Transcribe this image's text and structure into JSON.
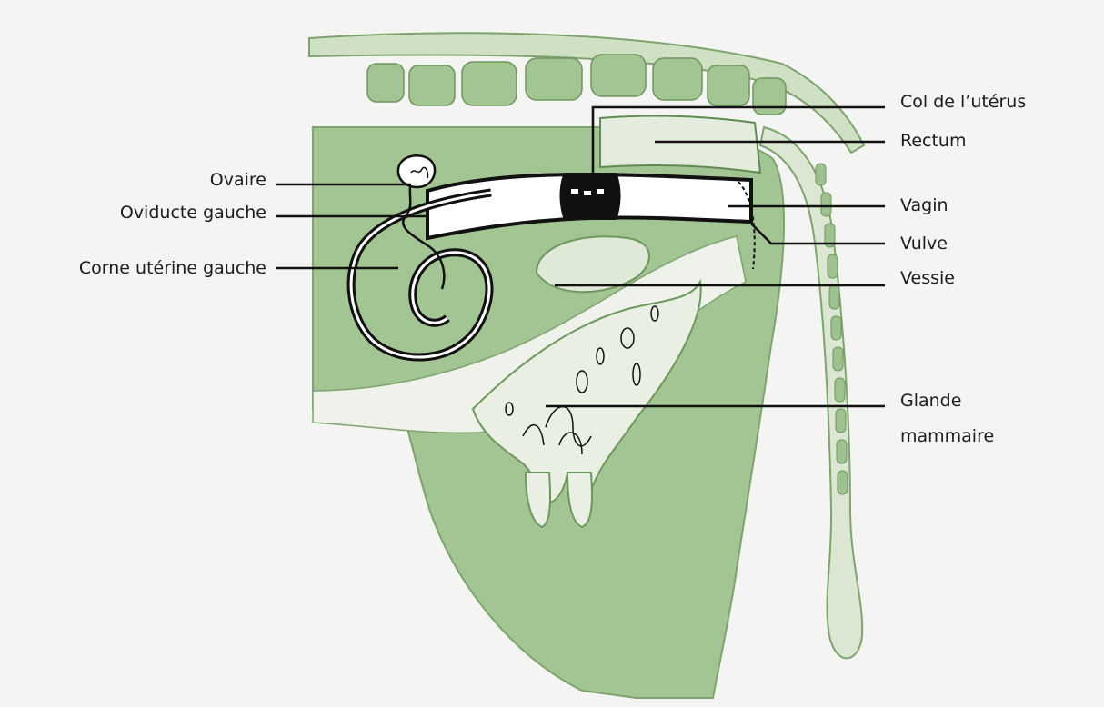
{
  "labels": {
    "ovaire": "Ovaire",
    "oviducte": "Oviducte gauche",
    "corne": "Corne utérine gauche",
    "col": "Col de l’utérus",
    "rectum": "Rectum",
    "vagin": "Vagin",
    "vulve": "Vulve",
    "vessie": "Vessie",
    "glande_line1": "Glande",
    "glande_line2": "mammaire"
  },
  "colors": {
    "tissue_green": "#9fc08f",
    "light_green": "#cfe0c5",
    "outline": "#111111",
    "background": "#f4f5f2"
  }
}
